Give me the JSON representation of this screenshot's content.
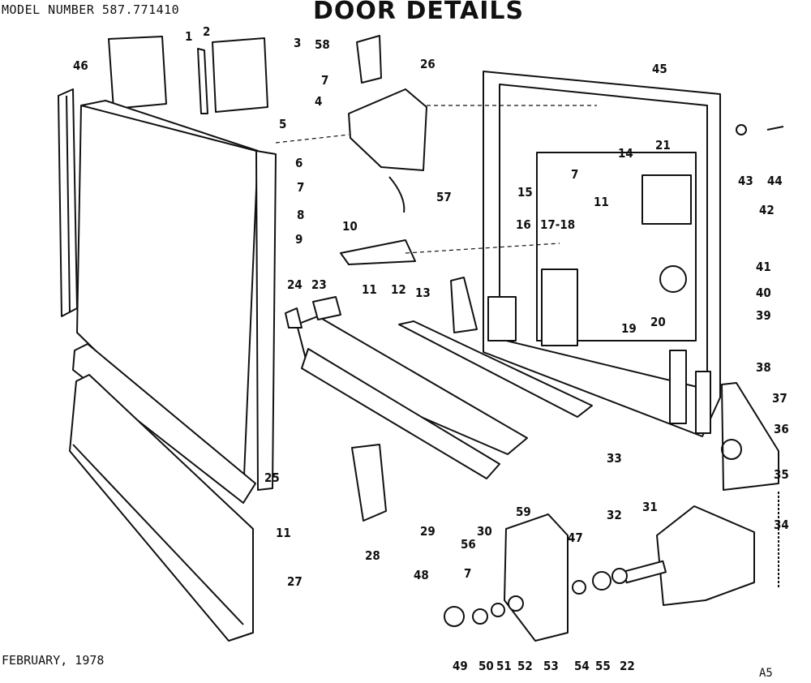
{
  "header": {
    "model_number": "MODEL NUMBER 587.771410",
    "title": "DOOR DETAILS"
  },
  "footer": {
    "date": "FEBRUARY, 1978",
    "page_code": "A5"
  },
  "callouts": [
    "1",
    "2",
    "3",
    "58",
    "26",
    "45",
    "46",
    "7",
    "4",
    "5",
    "6",
    "7",
    "57",
    "9",
    "8",
    "10",
    "11",
    "12",
    "24",
    "23",
    "13",
    "15",
    "16",
    "17-18",
    "14",
    "21",
    "7",
    "11",
    "42",
    "43",
    "44",
    "41",
    "40",
    "20",
    "19",
    "39",
    "38",
    "37",
    "36",
    "35",
    "34",
    "33",
    "25",
    "11",
    "27",
    "28",
    "29",
    "30",
    "59",
    "47",
    "56",
    "7",
    "48",
    "49",
    "50",
    "51",
    "52",
    "53",
    "54",
    "55",
    "22",
    "32",
    "31"
  ]
}
